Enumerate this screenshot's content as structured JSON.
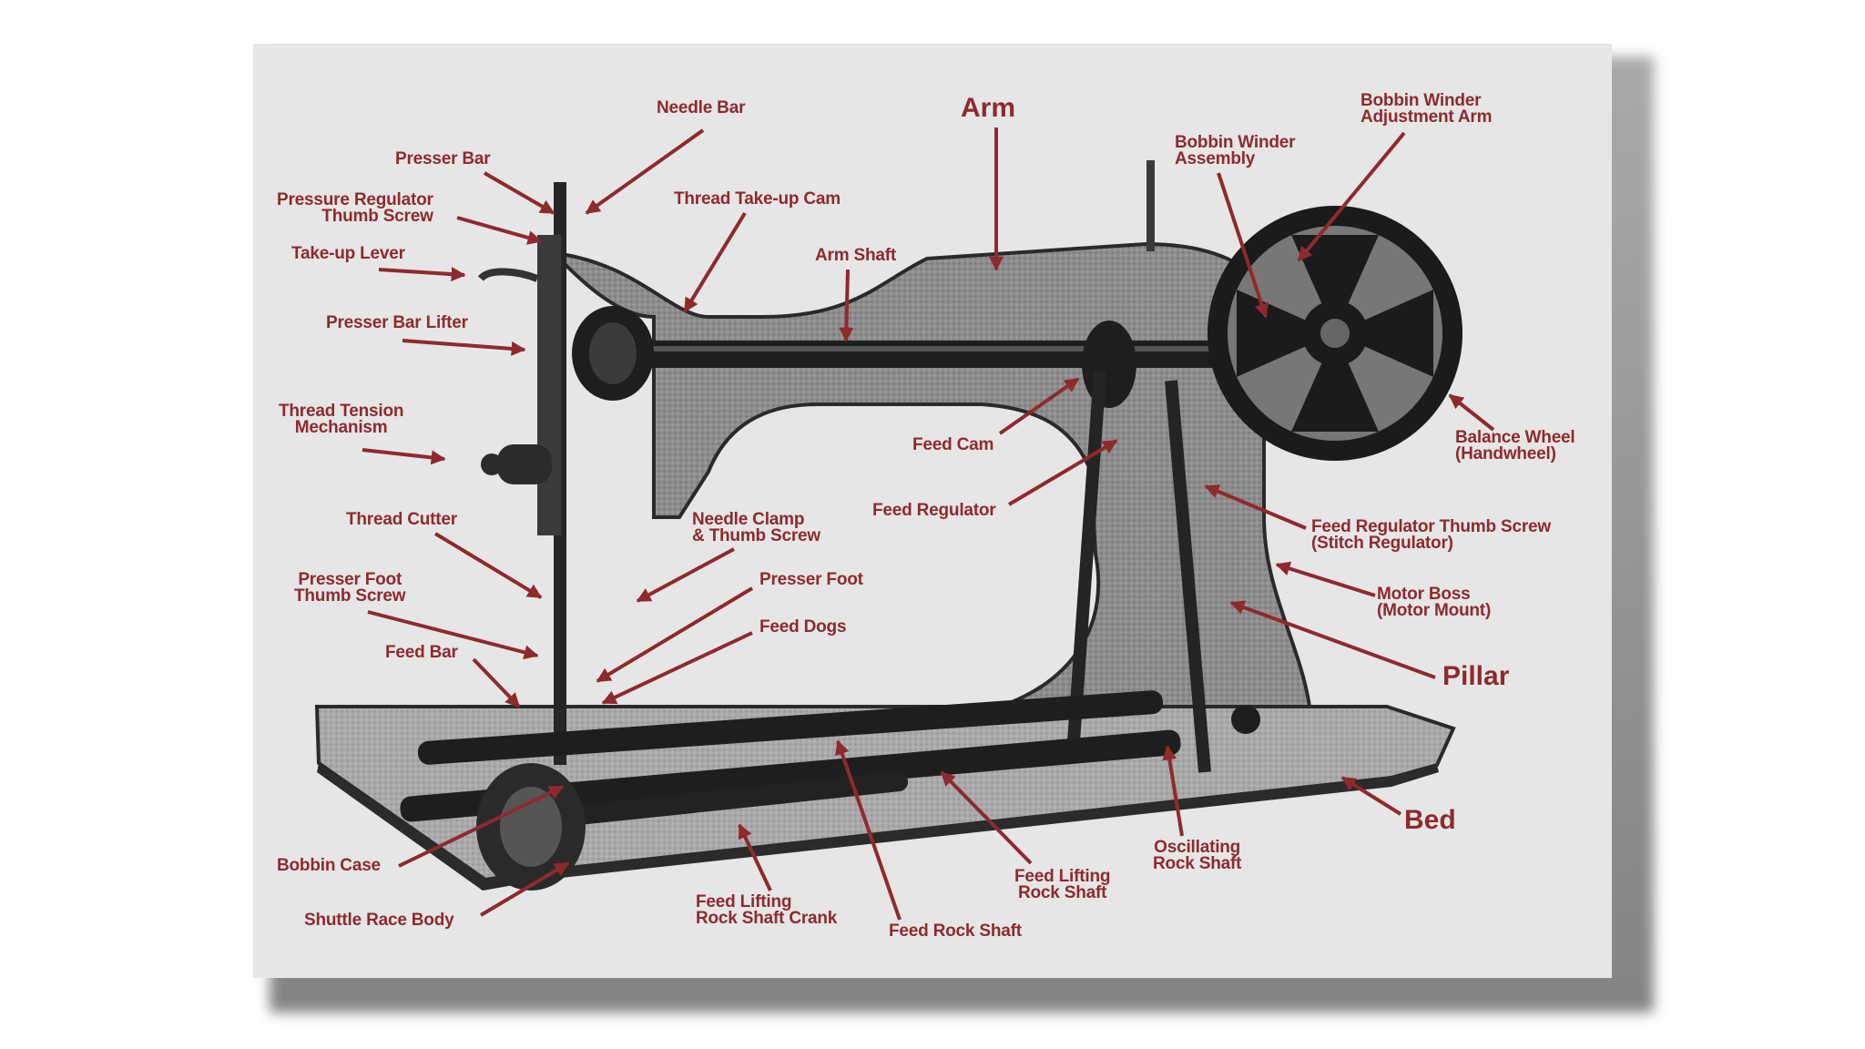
{
  "colors": {
    "accent": "#8e2a2f",
    "panel": "#e6e6e6",
    "machine": "#8a8a8a",
    "dark": "#1e1e1e"
  },
  "labels": {
    "arm": "Arm",
    "needle_bar": "Needle Bar",
    "presser_bar": "Presser Bar",
    "pressure_regulator": "Pressure Regulator\nThumb Screw",
    "take_up_lever": "Take-up Lever",
    "thread_take_up_cam": "Thread Take-up Cam",
    "arm_shaft": "Arm Shaft",
    "presser_bar_lifter": "Presser Bar Lifter",
    "thread_tension": "Thread Tension\nMechanism",
    "thread_cutter": "Thread Cutter",
    "needle_clamp": "Needle Clamp\n& Thumb Screw",
    "presser_foot": "Presser Foot",
    "presser_foot_thumb_screw": "Presser Foot\nThumb Screw",
    "feed_dogs": "Feed Dogs",
    "feed_bar": "Feed Bar",
    "bobbin_case": "Bobbin Case",
    "shuttle_race_body": "Shuttle Race Body",
    "feed_lifting_crank": "Feed Lifting\nRock Shaft Crank",
    "feed_rock_shaft": "Feed Rock Shaft",
    "feed_lifting_rock_shaft": "Feed Lifting\nRock Shaft",
    "oscillating_rock_shaft": "Oscillating\nRock Shaft",
    "bed": "Bed",
    "pillar": "Pillar",
    "motor_boss": "Motor Boss\n(Motor Mount)",
    "feed_regulator_thumb_screw": "Feed Regulator Thumb Screw\n(Stitch Regulator)",
    "balance_wheel": "Balance Wheel\n(Handwheel)",
    "feed_regulator": "Feed Regulator",
    "feed_cam": "Feed Cam",
    "bobbin_winder_assembly": "Bobbin Winder\nAssembly",
    "bobbin_winder_adjustment_arm": "Bobbin Winder\nAdjustment Arm"
  }
}
